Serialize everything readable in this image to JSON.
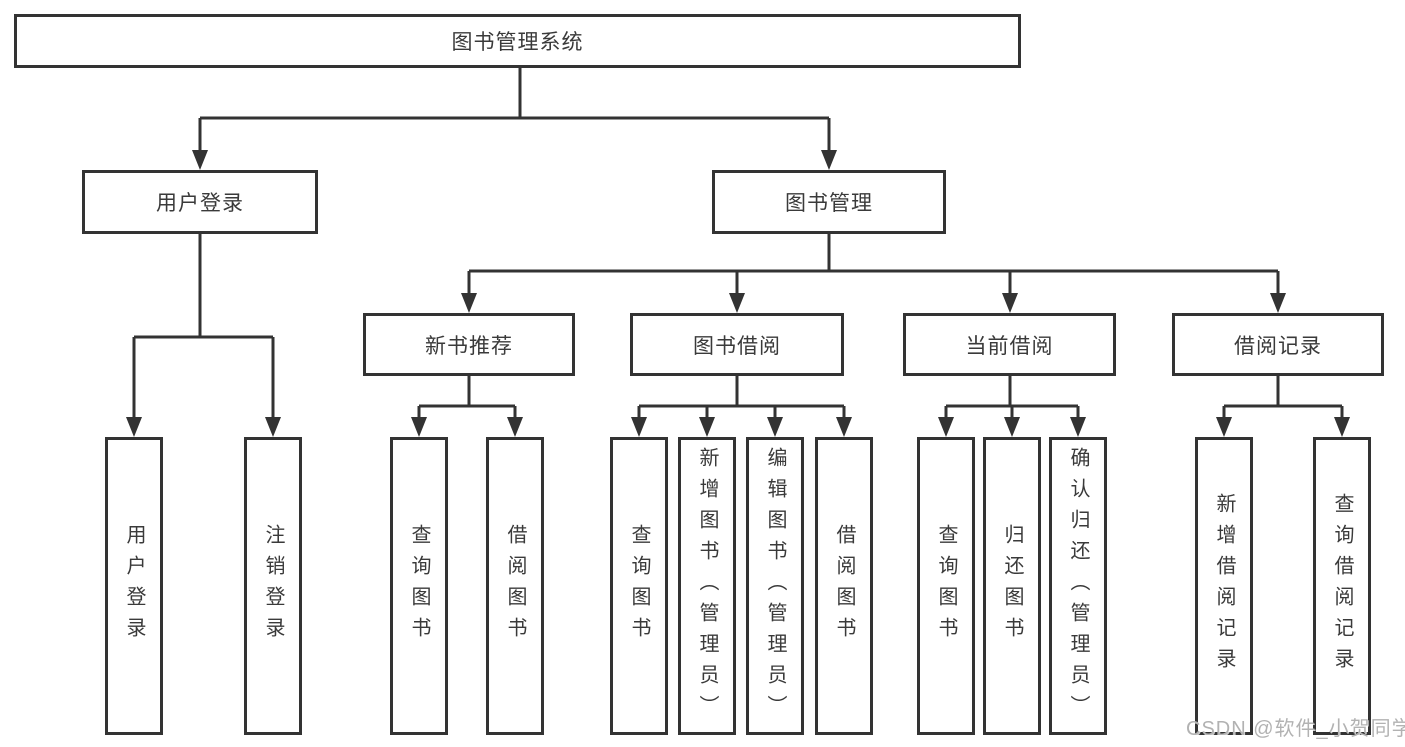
{
  "colors": {
    "line": "#333333",
    "text": "#3a3a3a",
    "watermark": "#b2b2b2",
    "background": "#ffffff"
  },
  "diagram": {
    "root": {
      "label": "图书管理系统"
    },
    "branches": [
      {
        "label": "用户登录",
        "children": [
          {
            "label": "用户登录"
          },
          {
            "label": "注销登录"
          }
        ]
      },
      {
        "label": "图书管理",
        "children": [
          {
            "label": "新书推荐",
            "children": [
              {
                "label": "查询图书"
              },
              {
                "label": "借阅图书"
              }
            ]
          },
          {
            "label": "图书借阅",
            "children": [
              {
                "label": "查询图书"
              },
              {
                "label": "新增图书（管理员）"
              },
              {
                "label": "编辑图书（管理员）"
              },
              {
                "label": "借阅图书"
              }
            ]
          },
          {
            "label": "当前借阅",
            "children": [
              {
                "label": "查询图书"
              },
              {
                "label": "归还图书"
              },
              {
                "label": "确认归还（管理员）"
              }
            ]
          },
          {
            "label": "借阅记录",
            "children": [
              {
                "label": "新增借阅记录"
              },
              {
                "label": "查询借阅记录"
              }
            ]
          }
        ]
      }
    ]
  },
  "watermark": {
    "text": "CSDN @软件_小贺同学"
  }
}
